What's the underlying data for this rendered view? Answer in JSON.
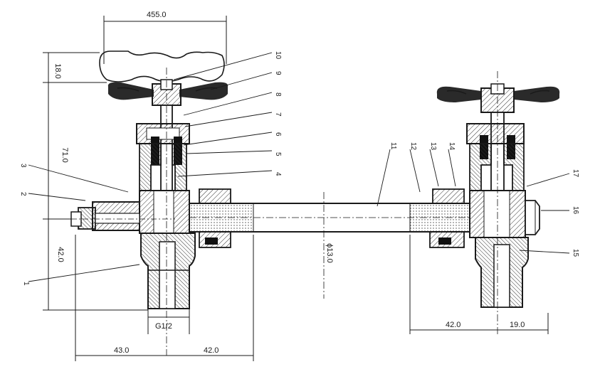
{
  "dimensions": {
    "handwheel_dia": "455.0",
    "handwheel_height": "18.0",
    "total_height": "71.0",
    "lower_height": "42.0",
    "thread": "G1/2",
    "left_offset": "43.0",
    "left_center": "42.0",
    "tube_dia": "ϕ13.0",
    "right_length": "42.0",
    "right_offset": "19.0"
  },
  "callouts": [
    "1",
    "2",
    "3",
    "4",
    "5",
    "6",
    "7",
    "8",
    "9",
    "10",
    "11",
    "12",
    "13",
    "14",
    "15",
    "16",
    "17"
  ]
}
